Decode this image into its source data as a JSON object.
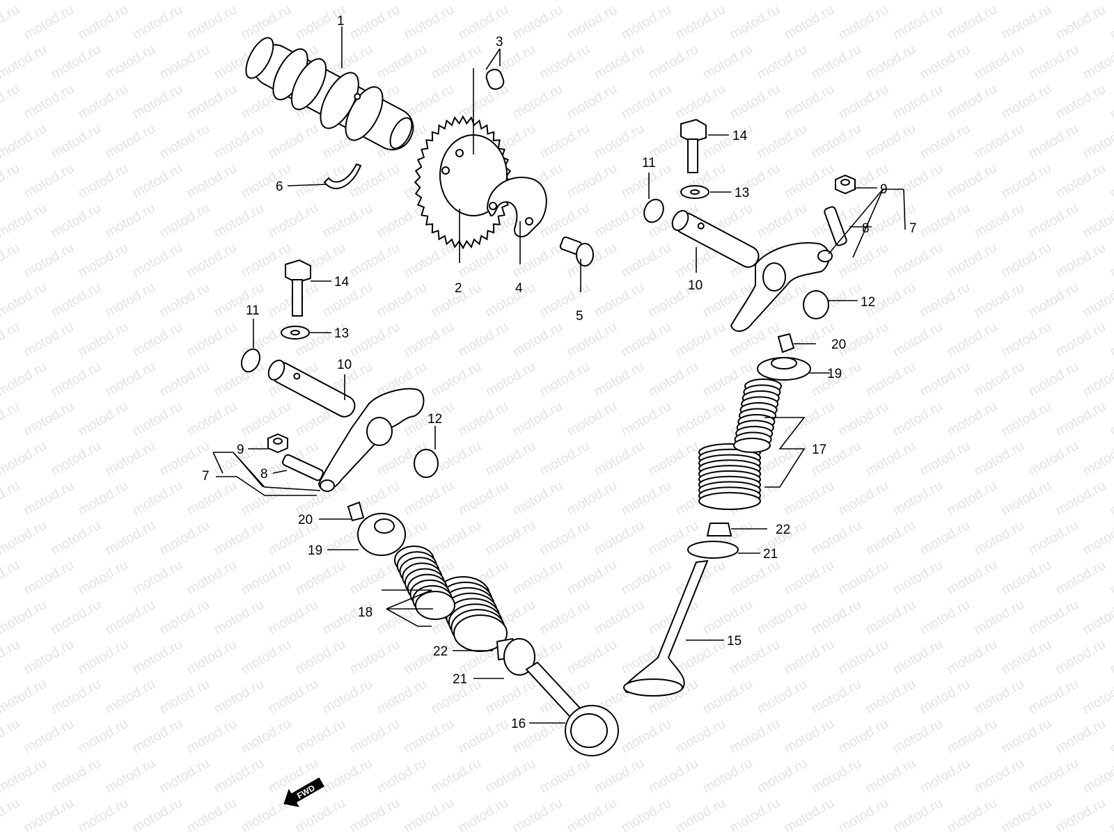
{
  "watermark": "motod.ru",
  "direction_badge": "FWD",
  "callouts": [
    "1",
    "2",
    "3",
    "4",
    "5",
    "6",
    "7",
    "8",
    "9",
    "10",
    "11",
    "12",
    "13",
    "14",
    "15",
    "16",
    "17",
    "18",
    "19",
    "20",
    "21",
    "22"
  ]
}
